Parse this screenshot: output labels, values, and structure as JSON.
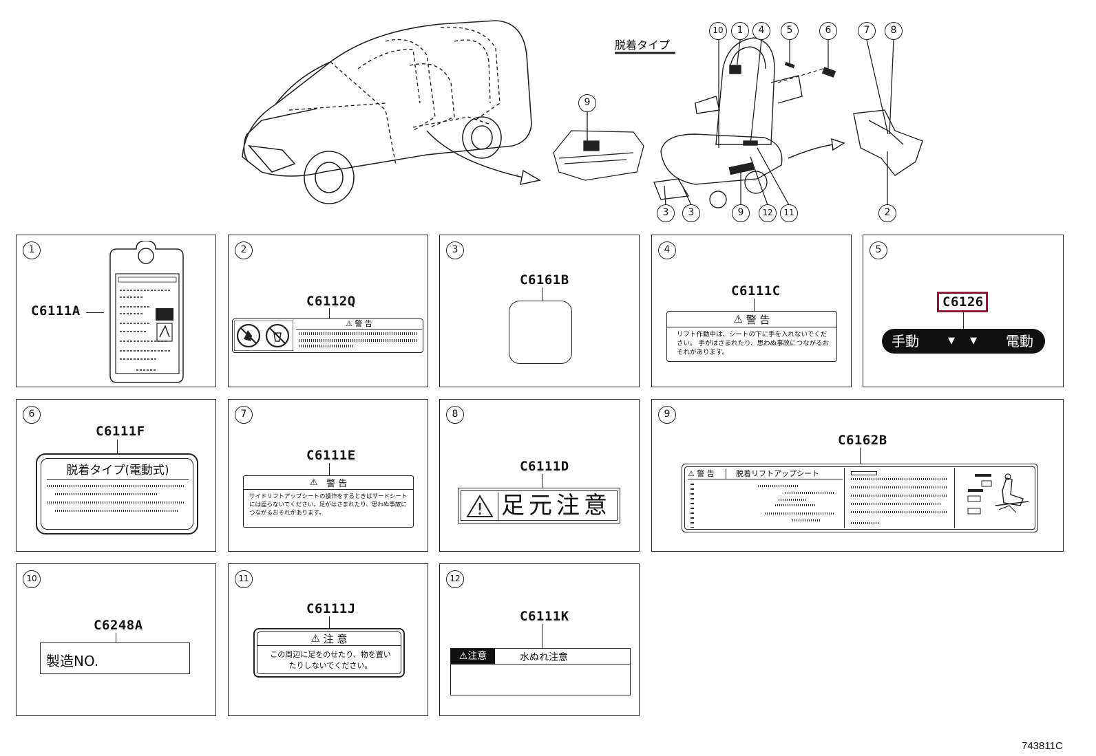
{
  "top": {
    "detachable_type_label": "脱着タイプ",
    "callouts": [
      "10",
      "1",
      "4",
      "5",
      "6",
      "7",
      "8",
      "9",
      "3",
      "3",
      "9",
      "12",
      "11",
      "2"
    ]
  },
  "panels": [
    {
      "num": "1",
      "code": "C6111A"
    },
    {
      "num": "2",
      "code": "C6112Q",
      "warning": "警 告"
    },
    {
      "num": "3",
      "code": "C6161B"
    },
    {
      "num": "4",
      "code": "C6111C",
      "warning": "警 告",
      "text": "リフト作動中は、シートの下に手を入れないでください。 手がはさまれたり、思わぬ事故につながるおそれがあります。"
    },
    {
      "num": "5",
      "code": "C6126",
      "manual": "手動",
      "electric": "電動"
    },
    {
      "num": "6",
      "code": "C6111F",
      "title": "脱着タイプ(電動式)"
    },
    {
      "num": "7",
      "code": "C6111E",
      "warning": "警 告",
      "text": "サイドリフトアップシートの操作をするときはサードシートには座らないでください。足がはさまれたり、思わぬ事故につながるおそれがあります。"
    },
    {
      "num": "8",
      "code": "C6111D",
      "text": "足元注意"
    },
    {
      "num": "9",
      "code": "C6162B",
      "warning": "警 告",
      "title": "脱着リフトアップシート"
    },
    {
      "num": "10",
      "code": "C6248A",
      "text": "製造NO."
    },
    {
      "num": "11",
      "code": "C6111J",
      "warning": "注 意",
      "text": "この周辺に足をのせたり、物を置いたりしないでください。"
    },
    {
      "num": "12",
      "code": "C6111K",
      "caution": "注意",
      "text": "水ぬれ注意"
    }
  ],
  "diagram_id": "743811C"
}
